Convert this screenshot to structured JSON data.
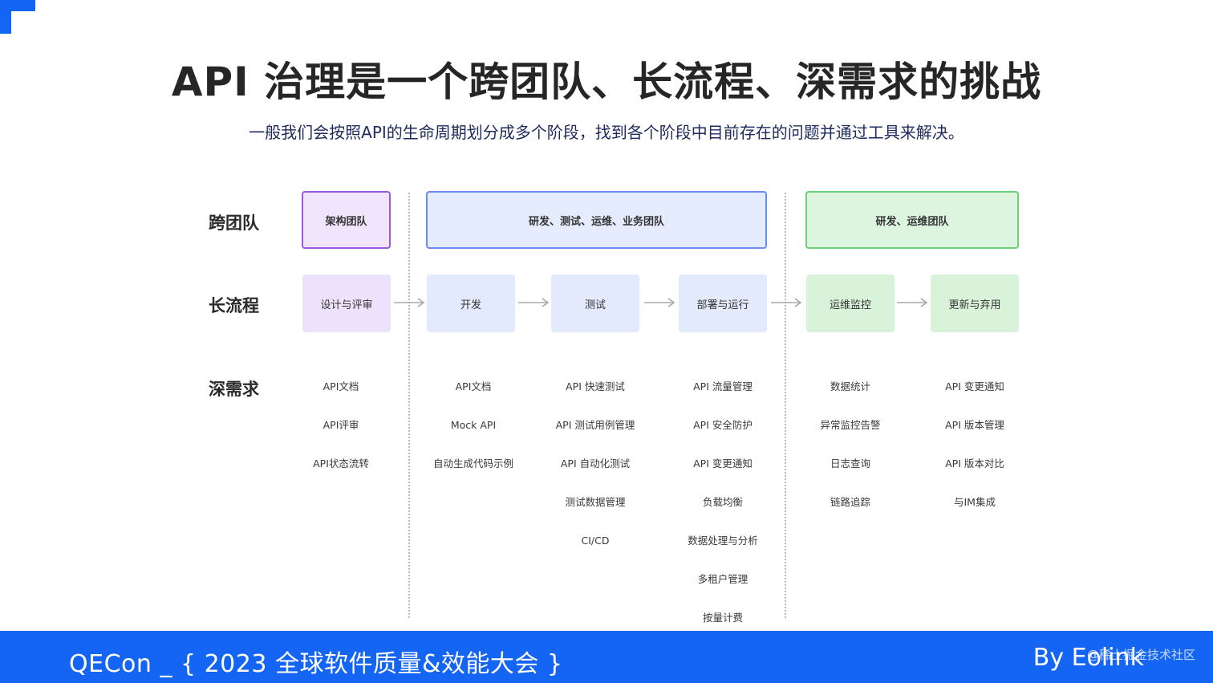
{
  "title": "API 治理是一个跨团队、长流程、深需求的挑战",
  "subtitle": "一般我们会按照API的生命周期划分成多个阶段，找到各个阶段中目前存在的问题并通过工具来解决。",
  "row_labels": {
    "teams": "跨团队",
    "process": "长流程",
    "needs": "深需求"
  },
  "teams": [
    {
      "label": "架构团队",
      "color": "#9b59e0"
    },
    {
      "label": "研发、测试、运维、业务团队",
      "color": "#6a8cf0"
    },
    {
      "label": "研发、运维团队",
      "color": "#6cd07a"
    }
  ],
  "stages": [
    {
      "label": "设计与评审",
      "group": "purple"
    },
    {
      "label": "开发",
      "group": "blue"
    },
    {
      "label": "测试",
      "group": "blue"
    },
    {
      "label": "部署与运行",
      "group": "blue"
    },
    {
      "label": "运维监控",
      "group": "green"
    },
    {
      "label": "更新与弃用",
      "group": "green"
    }
  ],
  "needs": [
    [
      "API文档",
      "API评审",
      "API状态流转"
    ],
    [
      "API文档",
      "Mock API",
      "自动生成代码示例"
    ],
    [
      "API 快速测试",
      "API 测试用例管理",
      "API 自动化测试",
      "测试数据管理",
      "CI/CD"
    ],
    [
      "API 流量管理",
      "API 安全防护",
      "API 变更通知",
      "负载均衡",
      "数据处理与分析",
      "多租户管理",
      "按量计费"
    ],
    [
      "数据统计",
      "异常监控告警",
      "日志查询",
      "链路追踪"
    ],
    [
      "API 变更通知",
      "API 版本管理",
      "API 版本对比",
      "与IM集成"
    ]
  ],
  "footer": {
    "left": "QECon _ { 2023 全球软件质量&效能大会 }",
    "right": "By Eolink",
    "watermark": "@稀土掘金技术社区"
  },
  "colors": {
    "brand_blue": "#1565f5",
    "arrow": "#a9a9a9"
  }
}
